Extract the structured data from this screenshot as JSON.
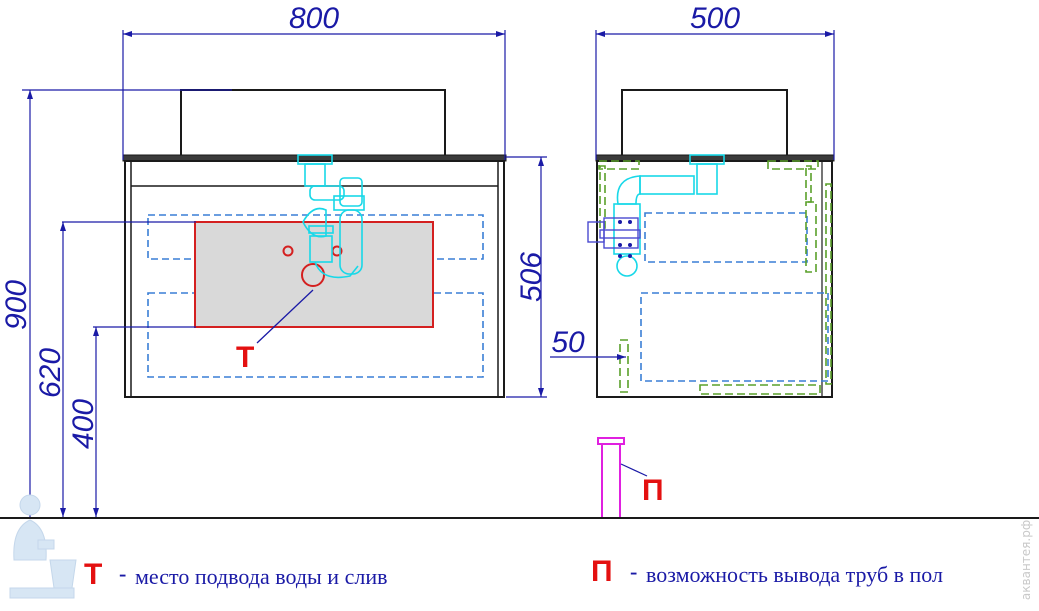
{
  "dimensions": {
    "front_width": "800",
    "side_depth": "500",
    "total_height": "900",
    "cabinet_height": "506",
    "water_height": "620",
    "drain_height": "400",
    "pipe_offset": "50"
  },
  "markers": {
    "t": "Т",
    "p": "П"
  },
  "legend": {
    "t_letter": "Т",
    "t_dash": "-",
    "t_text": "место подвода воды и слив",
    "p_letter": "П",
    "p_dash": "-",
    "p_text": "возможность вывода труб в пол"
  },
  "watermark": "аквантея.рф",
  "colors": {
    "dimension": "#1a1aa6",
    "outline": "#1a1a1a",
    "drawer": "#3a7fd5",
    "marker": "#e41010",
    "zone_fill": "#d9d9d9",
    "pipes": "#18d8e8",
    "floor_pipe": "#e020e0",
    "green_lines": "#5aa02a"
  }
}
